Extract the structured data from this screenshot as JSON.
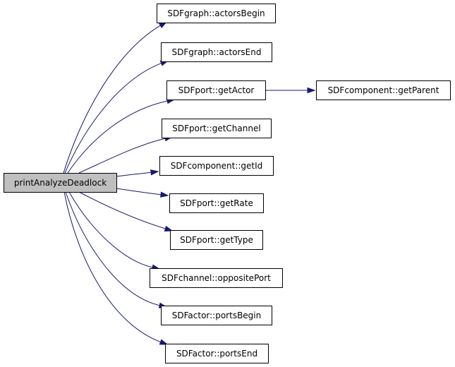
{
  "graph": {
    "root": "printAnalyzeDeadlock",
    "nodes": [
      {
        "id": "root",
        "label": "printAnalyzeDeadlock"
      },
      {
        "id": "actorsBegin",
        "label": "SDFgraph::actorsBegin"
      },
      {
        "id": "actorsEnd",
        "label": "SDFgraph::actorsEnd"
      },
      {
        "id": "getActor",
        "label": "SDFport::getActor"
      },
      {
        "id": "getParent",
        "label": "SDFcomponent::getParent"
      },
      {
        "id": "getChannel",
        "label": "SDFport::getChannel"
      },
      {
        "id": "getId",
        "label": "SDFcomponent::getId"
      },
      {
        "id": "getRate",
        "label": "SDFport::getRate"
      },
      {
        "id": "getType",
        "label": "SDFport::getType"
      },
      {
        "id": "oppositePort",
        "label": "SDFchannel::oppositePort"
      },
      {
        "id": "portsBegin",
        "label": "SDFactor::portsBegin"
      },
      {
        "id": "portsEnd",
        "label": "SDFactor::portsEnd"
      }
    ],
    "edges": [
      {
        "from": "root",
        "to": "actorsBegin"
      },
      {
        "from": "root",
        "to": "actorsEnd"
      },
      {
        "from": "root",
        "to": "getActor"
      },
      {
        "from": "getActor",
        "to": "getParent"
      },
      {
        "from": "root",
        "to": "getChannel"
      },
      {
        "from": "root",
        "to": "getId"
      },
      {
        "from": "root",
        "to": "getRate"
      },
      {
        "from": "root",
        "to": "getType"
      },
      {
        "from": "root",
        "to": "oppositePort"
      },
      {
        "from": "root",
        "to": "portsBegin"
      },
      {
        "from": "root",
        "to": "portsEnd"
      }
    ],
    "colors": {
      "edge": "#191970",
      "root_fill": "#bfbfbf",
      "node_fill": "#ffffff",
      "border": "#000000"
    }
  }
}
